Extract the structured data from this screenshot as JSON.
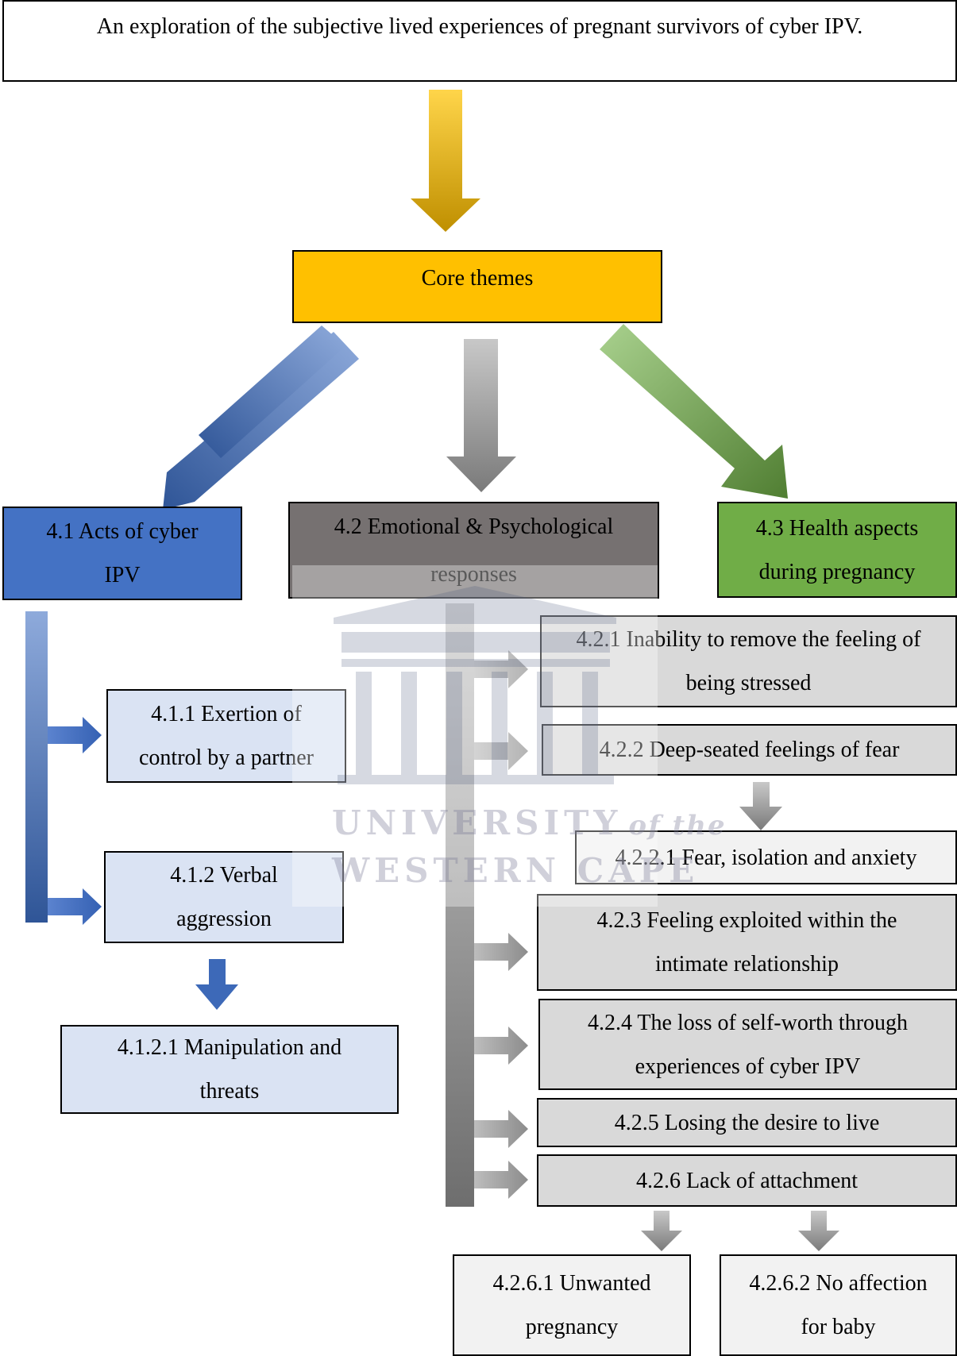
{
  "title": "An exploration of the subjective lived experiences of pregnant survivors of cyber IPV.",
  "core": "Core themes",
  "themes": {
    "t41": "4.1 Acts of cyber IPV",
    "t42": "4.2 Emotional & Psychological responses",
    "t43": "4.3 Health aspects during pregnancy"
  },
  "sub41": {
    "s411": "4.1.1 Exertion of control by a partner",
    "s412": "4.1.2 Verbal aggression",
    "s4121": "4.1.2.1 Manipulation and threats"
  },
  "sub42": {
    "s421": "4.2.1 Inability to remove the feeling of being stressed",
    "s422": "4.2.2 Deep-seated feelings of fear",
    "s4221": "4.2.2.1 Fear, isolation and anxiety",
    "s423": "4.2.3 Feeling exploited within the intimate relationship",
    "s424": "4.2.4 The loss of self-worth through experiences of cyber IPV",
    "s425": "4.2.5 Losing the desire to live",
    "s426": "4.2.6 Lack of attachment",
    "s4261": "4.2.6.1 Unwanted pregnancy",
    "s4262": "4.2.6.2 No affection for baby"
  },
  "watermark": {
    "line1": "UNIVERSITY",
    "line1b": "of the",
    "line2": "WESTERN CAPE"
  },
  "colors": {
    "core": "#ffc000",
    "blue": "#4472c4",
    "blue_light": "#dae3f3",
    "gray_dark": "#767171",
    "gray_light": "#d9d9d9",
    "green": "#70ad47"
  }
}
